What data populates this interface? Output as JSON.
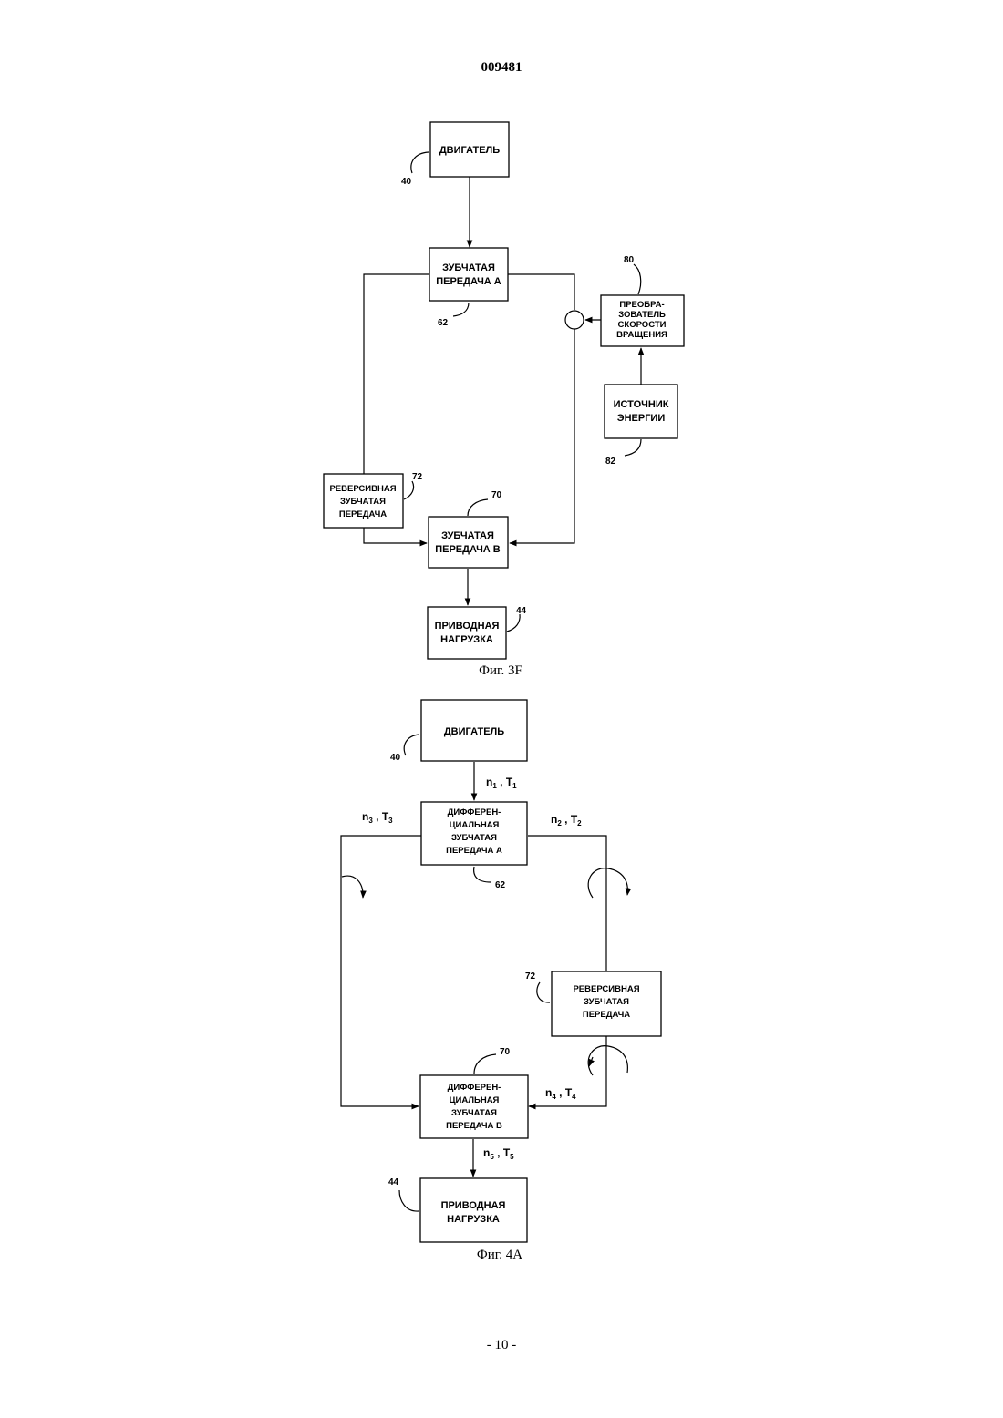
{
  "header": {
    "doc_number": "009481"
  },
  "footer": {
    "page_number": "- 10 -"
  },
  "fig3f": {
    "caption": "Фиг. 3F",
    "engine": {
      "line1": "ДВИГАТЕЛЬ",
      "ref": "40"
    },
    "gear_a": {
      "line1": "ЗУБЧАТАЯ",
      "line2": "ПЕРЕДАЧА А",
      "ref": "62"
    },
    "converter": {
      "line1": "ПРЕОБРА-",
      "line2": "ЗОВАТЕЛЬ",
      "line3": "СКОРОСТИ",
      "line4": "ВРАЩЕНИЯ",
      "ref": "80"
    },
    "energy": {
      "line1": "ИСТОЧНИК",
      "line2": "ЭНЕРГИИ",
      "ref": "82"
    },
    "reverse": {
      "line1": "РЕВЕРСИВНАЯ",
      "line2": "ЗУБЧАТАЯ",
      "line3": "ПЕРЕДАЧА",
      "ref": "72"
    },
    "gear_b": {
      "line1": "ЗУБЧАТАЯ",
      "line2": "ПЕРЕДАЧА В",
      "ref": "70"
    },
    "load": {
      "line1": "ПРИВОДНАЯ",
      "line2": "НАГРУЗКА",
      "ref": "44"
    }
  },
  "fig4a": {
    "caption": "Фиг. 4А",
    "engine": {
      "line1": "ДВИГАТЕЛЬ",
      "ref": "40"
    },
    "diff_a": {
      "line1": "ДИФФЕРЕН-",
      "line2": "ЦИАЛЬНАЯ",
      "line3": "ЗУБЧАТАЯ",
      "line4": "ПЕРЕДАЧА А",
      "ref": "62"
    },
    "reverse": {
      "line1": "РЕВЕРСИВНАЯ",
      "line2": "ЗУБЧАТАЯ",
      "line3": "ПЕРЕДАЧА",
      "ref": "72"
    },
    "diff_b": {
      "line1": "ДИФФЕРЕН-",
      "line2": "ЦИАЛЬНАЯ",
      "line3": "ЗУБЧАТАЯ",
      "line4": "ПЕРЕДАЧА В",
      "ref": "70"
    },
    "load": {
      "line1": "ПРИВОДНАЯ",
      "line2": "НАГРУЗКА",
      "ref": "44"
    },
    "signals": {
      "s1": {
        "n": "n",
        "n_sub": "1",
        "sep": " , ",
        "t": "T",
        "t_sub": "1"
      },
      "s2": {
        "n": "n",
        "n_sub": "2",
        "sep": " , ",
        "t": "T",
        "t_sub": "2"
      },
      "s3": {
        "n": "n",
        "n_sub": "3",
        "sep": " , ",
        "t": "T",
        "t_sub": "3"
      },
      "s4": {
        "n": "n",
        "n_sub": "4",
        "sep": " , ",
        "t": "T",
        "t_sub": "4"
      },
      "s5": {
        "n": "n",
        "n_sub": "5",
        "sep": " , ",
        "t": "T",
        "t_sub": "5"
      }
    }
  }
}
